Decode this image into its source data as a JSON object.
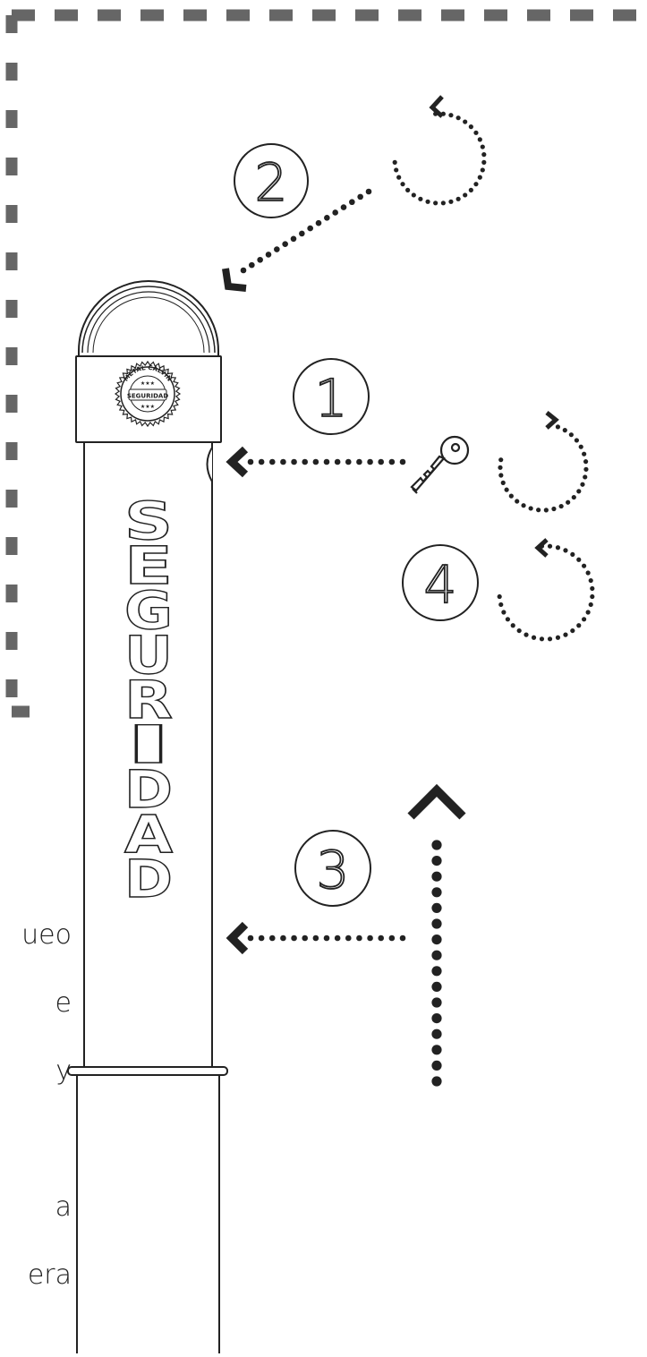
{
  "steps": [
    {
      "number": "1",
      "action": "unlock"
    },
    {
      "number": "2",
      "action": "remove-cap"
    },
    {
      "number": "3",
      "action": "lift-post"
    },
    {
      "number": "4",
      "action": "lock"
    }
  ],
  "post": {
    "brand_word": "SEGURIDAD",
    "letters": [
      "S",
      "E",
      "G",
      "U",
      "R",
      "I",
      "D",
      "A",
      "D"
    ],
    "badge": {
      "top_text": "METAL CALVIN",
      "center_text": "SEGURIDAD",
      "stars": "★★★"
    }
  },
  "side_text": {
    "fragments": [
      "ueo",
      "e",
      "y",
      "a",
      "era"
    ]
  },
  "colors": {
    "line": "#222222",
    "background": "#ffffff",
    "dash_border": "#666666"
  }
}
